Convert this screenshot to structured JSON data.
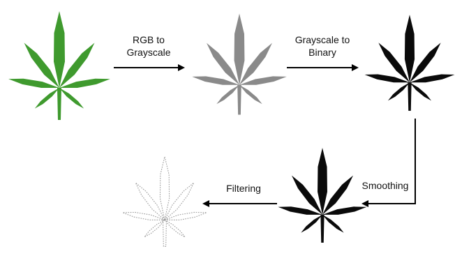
{
  "colors": {
    "green": "#3f9a2e",
    "green_dark": "#2e7a22",
    "gray": "#8a8a8a",
    "black": "#0a0a0a",
    "outline": "#9a9a9a",
    "arrow": "#000000"
  },
  "steps": [
    {
      "line1": "RGB to",
      "line2": "Grayscale"
    },
    {
      "line1": "Grayscale to",
      "line2": "Binary"
    },
    {
      "line1": "Smoothing",
      "line2": ""
    },
    {
      "line1": "Filtering",
      "line2": ""
    }
  ],
  "stages": [
    {
      "name": "rgb-leaf",
      "style": "green"
    },
    {
      "name": "grayscale-leaf",
      "style": "gray"
    },
    {
      "name": "binary-leaf",
      "style": "black"
    },
    {
      "name": "smoothed-leaf",
      "style": "black"
    },
    {
      "name": "filtered-leaf-outline",
      "style": "outline"
    }
  ]
}
